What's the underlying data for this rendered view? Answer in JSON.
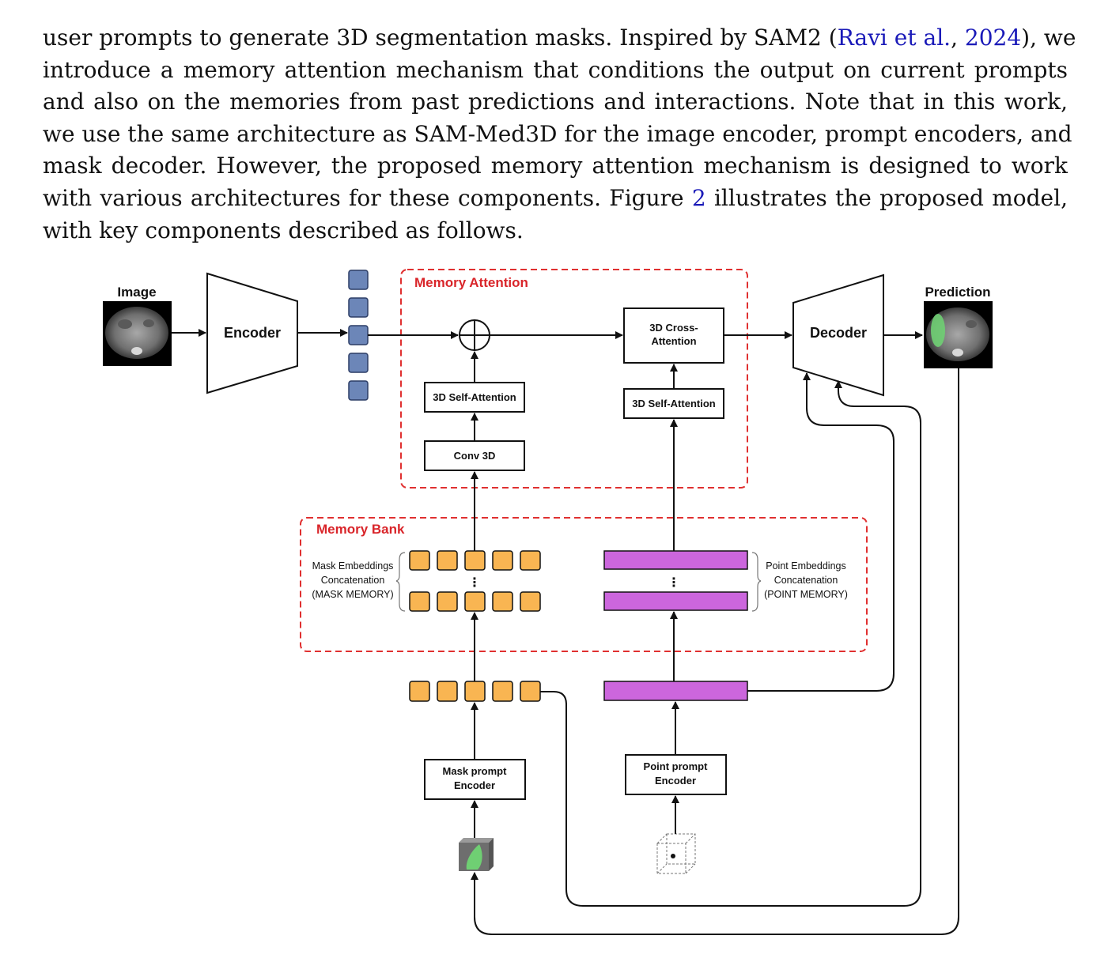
{
  "paragraph": {
    "line1_pre": "user prompts to generate 3D segmentation masks. Inspired by SAM2 (",
    "line1_cite_a": "Ravi et al.",
    "line1_cite_sep": ", ",
    "line1_cite_b": "2024",
    "line1_post": "), we",
    "line2": "introduce a memory attention mechanism that conditions the output on current prompts",
    "line3": "and also on the memories from past predictions and interactions. Note that in this work,",
    "line4": "we use the same architecture as SAM-Med3D for the image encoder, prompt encoders, and",
    "line5": "mask decoder. However, the proposed memory attention mechanism is designed to work",
    "line6_pre": "with various architectures for these components. Figure ",
    "line6_ref": "2",
    "line6_post": " illustrates the proposed model,",
    "line7": "with key components described as follows."
  },
  "figure": {
    "image_label": "Image",
    "prediction_label": "Prediction",
    "encoder_label": "Encoder",
    "decoder_label": "Decoder",
    "memory_attention_title": "Memory Attention",
    "memory_bank_title": "Memory Bank",
    "self_attention_left": "3D Self-Attention",
    "self_attention_right": "3D Self-Attention",
    "cross_attention_line1": "3D Cross-",
    "cross_attention_line2": "Attention",
    "conv3d_label": "Conv 3D",
    "mask_memory_line1": "Mask Embeddings",
    "mask_memory_line2": "Concatenation",
    "mask_memory_line3": "(MASK MEMORY)",
    "point_memory_line1": "Point Embeddings",
    "point_memory_line2": "Concatenation",
    "point_memory_line3": "(POINT MEMORY)",
    "vdots_left": "⋮",
    "vdots_right": "⋮",
    "mask_encoder_line1": "Mask prompt",
    "mask_encoder_line2": "Encoder",
    "point_encoder_line1": "Point prompt",
    "point_encoder_line2": "Encoder",
    "colors": {
      "token_blue": "#6c86b8",
      "token_orange": "#f9b552",
      "token_purple": "#cc66dd",
      "dashed_red": "#e03030",
      "title_red": "#d9252a",
      "mask_green": "#6fcf73"
    }
  }
}
